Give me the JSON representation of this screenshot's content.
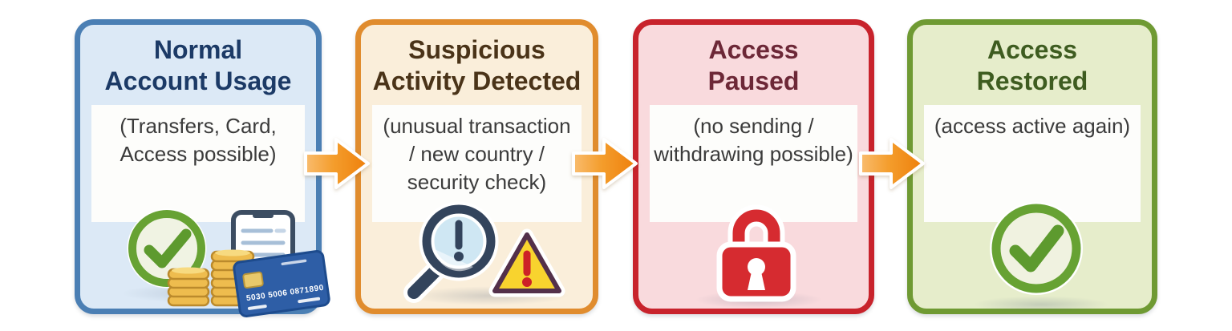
{
  "diagram": {
    "background_color": "#ffffff",
    "arrow": {
      "name": "flow-arrow",
      "color_tail": "#f9bc6e",
      "color_head": "#ee7f0b",
      "outline": "#ffffff"
    }
  },
  "stages": [
    {
      "name": "normal-account-usage",
      "title_lines": [
        "Normal",
        "Account Usage"
      ],
      "description_lines": [
        "(Transfers, Card,",
        "Access possible)"
      ],
      "colors": {
        "border": "#4b7fb4",
        "body": "#dce9f6",
        "title": "#1c3a66",
        "panel": "#fdfdfb"
      },
      "icons": {
        "list": [
          "checkmark-circle-icon",
          "coin-stacks-icon",
          "smartphone-icon",
          "credit-card-icon"
        ],
        "credit_card_number": "5030 5006 0871890",
        "check_green": "#67a233",
        "coin_gold": "#eebc4e",
        "card_blue": "#2e5ea6"
      }
    },
    {
      "name": "suspicious-activity-detected",
      "title_lines": [
        "Suspicious",
        "Activity Detected"
      ],
      "description_lines": [
        "(unusual transaction",
        "/ new country /",
        "security check)"
      ],
      "colors": {
        "border": "#e08c2e",
        "body": "#faeeda",
        "title": "#4a3318",
        "panel": "#fdfdfb"
      },
      "icons": {
        "list": [
          "magnifier-alert-icon",
          "warning-triangle-icon"
        ],
        "magnifier_rim": "#33445c",
        "lens_blue": "#cfe7f3",
        "triangle_yellow": "#f8d32e",
        "alert_red": "#cd2127"
      }
    },
    {
      "name": "access-paused",
      "title_lines": [
        "Access",
        "Paused"
      ],
      "description_lines": [
        "(no sending /",
        "withdrawing possible)"
      ],
      "colors": {
        "border": "#c8232c",
        "body": "#f9dadd",
        "title": "#6d2837",
        "panel": "#fdfdfb"
      },
      "icons": {
        "list": [
          "padlock-icon"
        ],
        "lock_red": "#d62b30"
      }
    },
    {
      "name": "access-restored",
      "title_lines": [
        "Access",
        "Restored"
      ],
      "description_lines": [
        "(access active again)"
      ],
      "colors": {
        "border": "#6f9a33",
        "body": "#e6edcb",
        "title": "#3e5c20",
        "panel": "#fbfbf3"
      },
      "icons": {
        "list": [
          "checkmark-circle-icon"
        ],
        "check_green": "#67a233"
      }
    }
  ]
}
